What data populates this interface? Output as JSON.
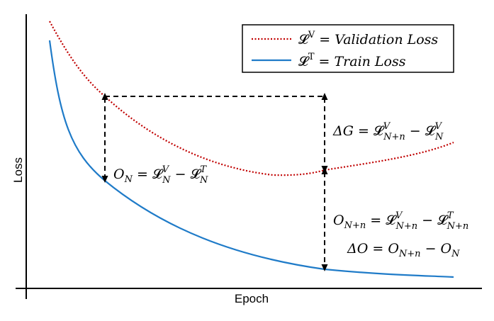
{
  "axes": {
    "xlabel": "Epoch",
    "ylabel": "Loss"
  },
  "legend": {
    "validation": {
      "symbol": "𝓛",
      "sup": "V",
      "text": " = Validation Loss",
      "color": "#c00000",
      "style": "dotted"
    },
    "train": {
      "symbol": "𝓛",
      "sup": "T",
      "text": " = Train Loss",
      "color": "#1f7bc8",
      "style": "solid"
    }
  },
  "annotations": {
    "delta_g": {
      "lhs": "ΔG",
      "eq": " = ",
      "t1": "𝓛",
      "t1_sup": "V",
      "t1_sub": "N+n",
      "minus": " − ",
      "t2": "𝓛",
      "t2_sup": "V",
      "t2_sub": "N"
    },
    "o_n": {
      "lhs": "O",
      "lhs_sub": "N",
      "eq": " = ",
      "t1": "𝓛",
      "t1_sup": "V",
      "t1_sub": "N",
      "minus": " − ",
      "t2": "𝓛",
      "t2_sup": "T",
      "t2_sub": "N"
    },
    "o_nn": {
      "lhs": "O",
      "lhs_sub": "N+n",
      "eq": " = ",
      "t1": "𝓛",
      "t1_sup": "V",
      "t1_sub": "N+n",
      "minus": " − ",
      "t2": "𝓛",
      "t2_sup": "T",
      "t2_sub": "N+n"
    },
    "delta_o": {
      "lhs": "ΔO",
      "eq": " = ",
      "t1": "O",
      "t1_sub": "N+n",
      "minus": " − ",
      "t2": "O",
      "t2_sub": "N"
    }
  },
  "colors": {
    "validation": "#c00000",
    "train": "#1f7bc8",
    "axis": "#000000",
    "guide": "#000000"
  }
}
